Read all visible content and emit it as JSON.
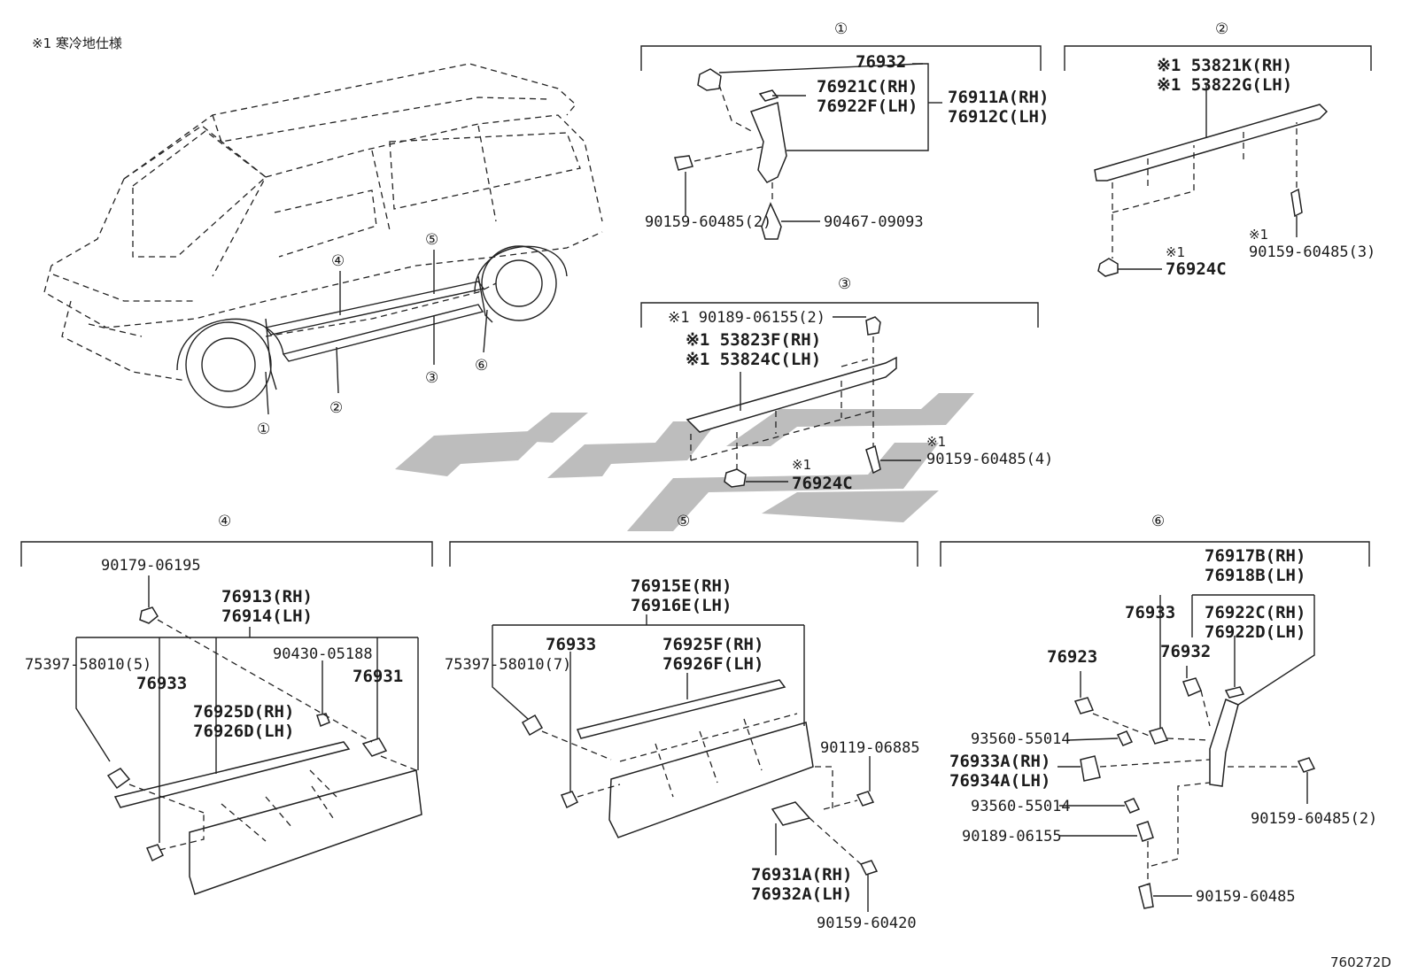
{
  "note": "※1 寒冷地仕様",
  "drawing_code": "760272D",
  "car_callouts": [
    "①",
    "②",
    "③",
    "④",
    "⑤",
    "⑥"
  ],
  "sections": {
    "s1": {
      "marker": "①",
      "p1": "76932",
      "p2": "76921C(RH)",
      "p3": "76922F(LH)",
      "p4": "76911A(RH)",
      "p5": "76912C(LH)",
      "p6": "90159-60485(2)",
      "p7": "90467-09093"
    },
    "s2": {
      "marker": "②",
      "p1": "※1 53821K(RH)",
      "p2": "※1 53822G(LH)",
      "p3": "※1",
      "p4": "76924C",
      "p5": "※1",
      "p6": "90159-60485(3)"
    },
    "s3": {
      "marker": "③",
      "p1": "※1 90189-06155(2)",
      "p2": "※1 53823F(RH)",
      "p3": "※1 53824C(LH)",
      "p4": "※1",
      "p5": "90159-60485(4)",
      "p6": "※1",
      "p7": "76924C"
    },
    "s4": {
      "marker": "④",
      "p1": "90179-06195",
      "p2": "76913(RH)",
      "p3": "76914(LH)",
      "p4": "75397-58010(5)",
      "p5": "76933",
      "p6": "90430-05188",
      "p7": "76931",
      "p8": "76925D(RH)",
      "p9": "76926D(LH)"
    },
    "s5": {
      "marker": "⑤",
      "p1": "76915E(RH)",
      "p2": "76916E(LH)",
      "p3": "76933",
      "p4": "76925F(RH)",
      "p5": "76926F(LH)",
      "p6": "75397-58010(7)",
      "p7": "90119-06885",
      "p8": "76931A(RH)",
      "p9": "76932A(LH)",
      "p10": "90159-60420"
    },
    "s6": {
      "marker": "⑥",
      "p1": "76917B(RH)",
      "p2": "76918B(LH)",
      "p3": "76933",
      "p4": "76922C(RH)",
      "p5": "76922D(LH)",
      "p6": "76932",
      "p7": "76923",
      "p8": "93560-55014",
      "p9": "76933A(RH)",
      "p10": "76934A(LH)",
      "p11": "93560-55014",
      "p12": "90189-06155",
      "p13": "90159-60485(2)",
      "p14": "90159-60485"
    }
  }
}
